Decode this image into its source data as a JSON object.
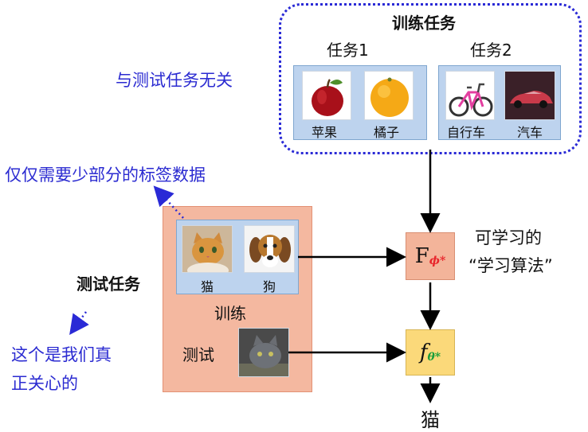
{
  "training": {
    "title": "训练任务",
    "task1": {
      "label": "任务1",
      "items": [
        "苹果",
        "橘子"
      ]
    },
    "task2": {
      "label": "任务2",
      "items": [
        "自行车",
        "汽车"
      ]
    }
  },
  "notes": {
    "unrelated": "与测试任务无关",
    "few_labels": "仅仅需要少部分的标签数据",
    "care_line1": "这个是我们真",
    "care_line2": "正关心的",
    "learnable_line1": "可学习的",
    "learnable_line2": "“学习算法”"
  },
  "test": {
    "title": "测试任务",
    "support_items": [
      "猫",
      "狗"
    ],
    "train_label": "训练",
    "test_label": "测试"
  },
  "learner": {
    "symbol": "F",
    "subscript": "ϕ*",
    "subscript_color": "#e8262c"
  },
  "model": {
    "symbol": "f",
    "subscript": "θ*",
    "subscript_color": "#1a9e3a"
  },
  "output": "猫"
}
